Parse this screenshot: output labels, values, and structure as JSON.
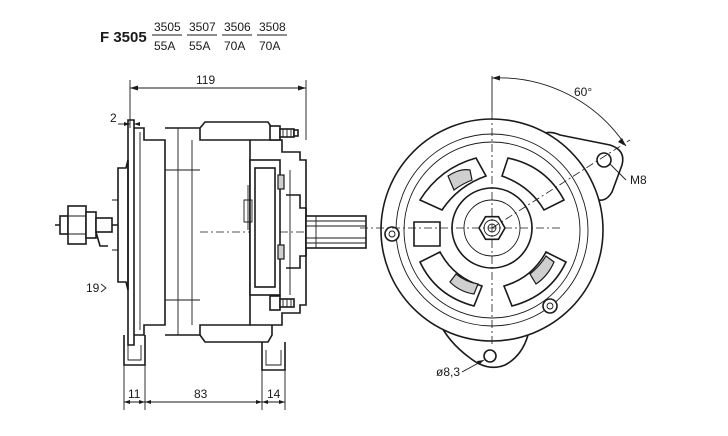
{
  "header": {
    "model": "F 3505",
    "variants": [
      {
        "code": "3505",
        "rating": "55A"
      },
      {
        "code": "3507",
        "rating": "55A"
      },
      {
        "code": "3506",
        "rating": "70A"
      },
      {
        "code": "3508",
        "rating": "70A"
      }
    ]
  },
  "dimensions": {
    "overall_length": "119",
    "flange_thickness": "2",
    "terminal_height": "19",
    "mount_left": "11",
    "mount_span": "83",
    "mount_right": "14",
    "angle": "60°",
    "thread": "M8",
    "hole_diameter": "ø8,3"
  }
}
